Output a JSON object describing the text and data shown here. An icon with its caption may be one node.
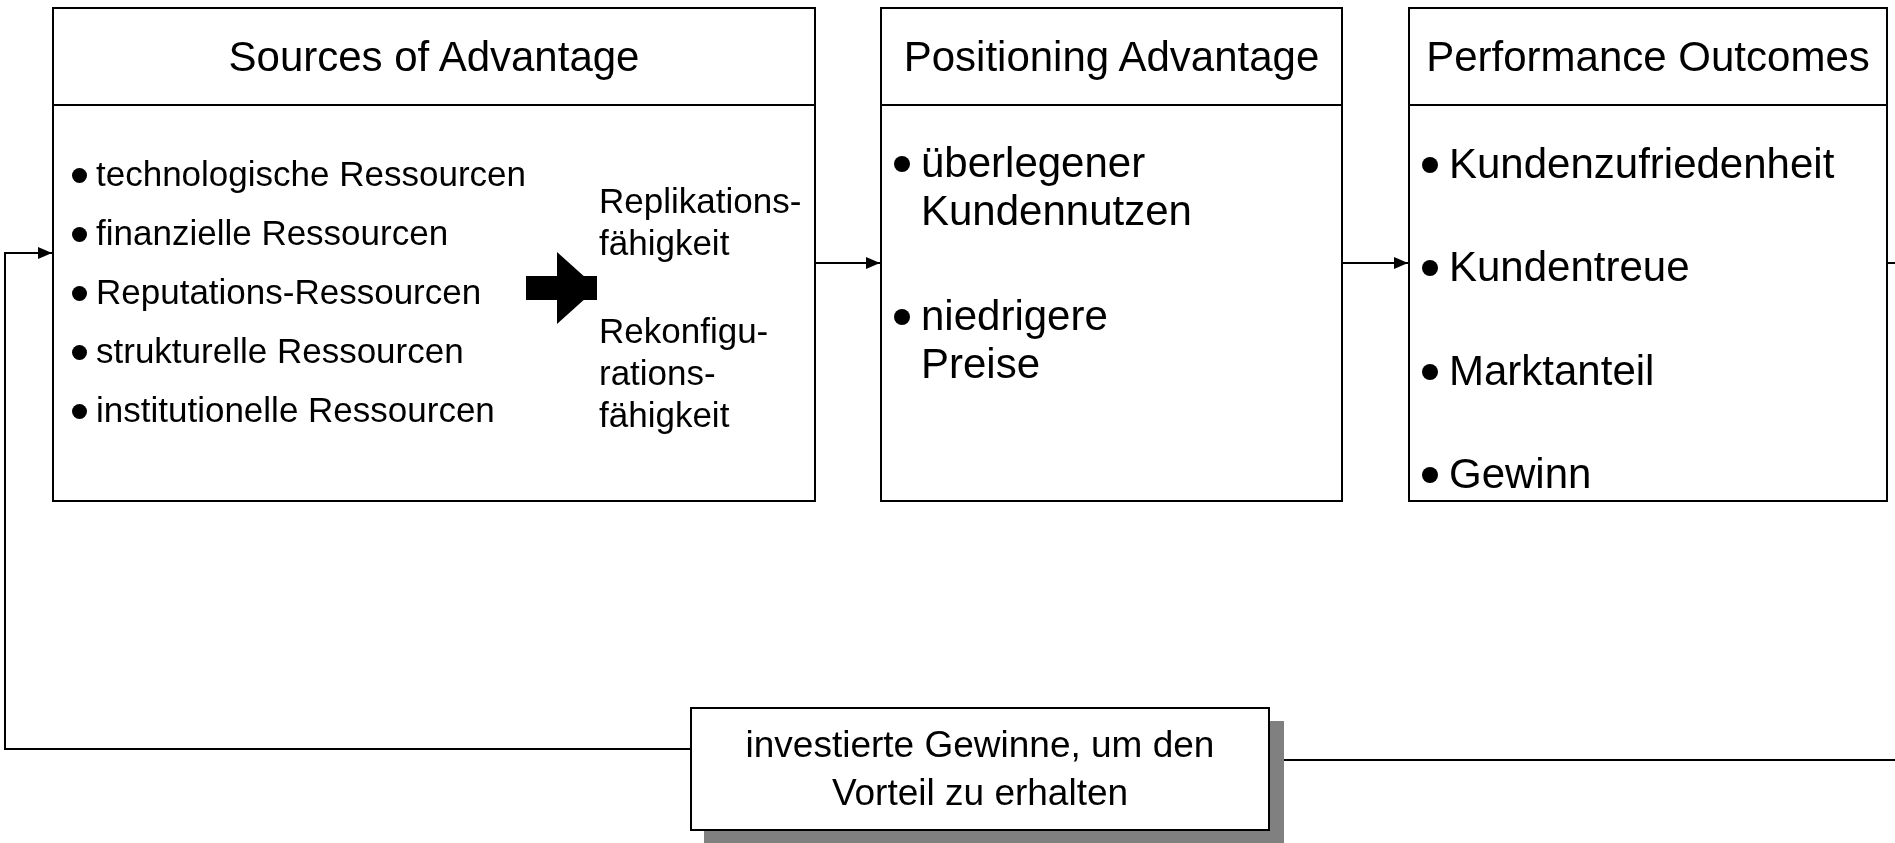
{
  "diagram": {
    "nodes": [
      {
        "text": [
          "Sources of Advantage"
        ]
      },
      {
        "text": [
          "technologische Ressourcen",
          "finanzielle Ressourcen",
          "Reputations-Ressourcen",
          "strukturelle Ressourcen",
          "institutionelle Ressourcen"
        ],
        "in": 0
      },
      {
        "text": [
          "Replikations- fähigkeit",
          "Rekonfigu- rations- fähigkeit"
        ],
        "in": 0
      },
      {
        "text": [
          "Positioning Advantage",
          "überlegener Kundennutzen",
          "niedrigere Preise"
        ]
      },
      {
        "text": [
          "Performance Outcomes",
          "Kundenzufriedenheit",
          "Kundentreue",
          "Marktanteil",
          "Gewinn"
        ]
      },
      {
        "text": [
          "investierte Gewinne, um den Vorteil zu erhalten"
        ]
      }
    ],
    "edges": [
      {
        "from": 1,
        "to": 2,
        "arrow": "to",
        "style": "thick"
      },
      {
        "from": 0,
        "to": 3,
        "arrow": "to"
      },
      {
        "from": 3,
        "to": 4,
        "arrow": "to"
      },
      {
        "from": 4,
        "to": null,
        "arrow": "none"
      },
      {
        "from": null,
        "to": 5,
        "arrow": "none"
      },
      {
        "from": 5,
        "to": 0,
        "arrow": "to"
      }
    ]
  }
}
